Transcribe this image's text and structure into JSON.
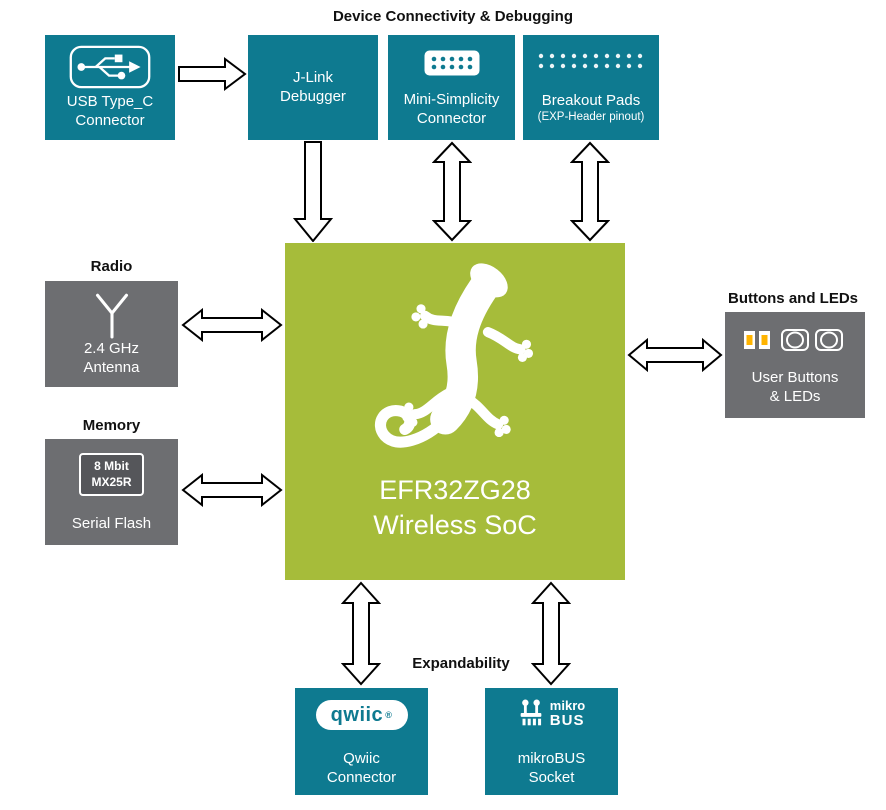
{
  "titles": {
    "top": "Device Connectivity & Debugging",
    "radio": "Radio",
    "memory": "Memory",
    "buttons": "Buttons and LEDs",
    "expandability": "Expandability"
  },
  "nodes": {
    "usb": {
      "line1": "USB Type_C",
      "line2": "Connector"
    },
    "jlink": {
      "line1": "J-Link",
      "line2": "Debugger"
    },
    "minisimplicity": {
      "line1": "Mini-Simplicity",
      "line2": "Connector"
    },
    "breakout": {
      "line1": "Breakout Pads",
      "line2": "(EXP-Header pinout)"
    },
    "soc": {
      "line1": "EFR32ZG28",
      "line2": "Wireless SoC"
    },
    "antenna": {
      "line1": "2.4 GHz",
      "line2": "Antenna"
    },
    "flash": {
      "chip1": "8 Mbit",
      "chip2": "MX25R",
      "line1": "Serial Flash"
    },
    "buttons": {
      "line1": "User Buttons",
      "line2": "& LEDs"
    },
    "qwiic": {
      "logo": "qwiic",
      "reg": "®",
      "line1": "Qwiic",
      "line2": "Connector"
    },
    "mikrobus": {
      "logo1": "mikro",
      "logo2": "BUS",
      "line1": "mikroBUS",
      "line2": "Socket"
    }
  },
  "colors": {
    "teal": "#0e7a90",
    "green": "#a6bc3a",
    "gray": "#6d6e71",
    "led_amber": "#ffb400"
  }
}
